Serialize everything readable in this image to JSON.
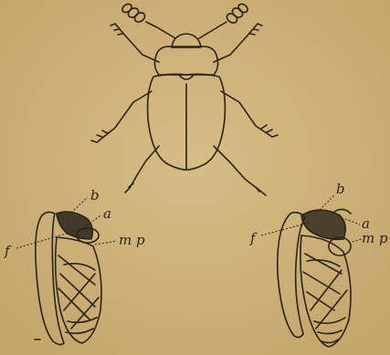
{
  "plate": {
    "background": "#cdb27a",
    "ink": "#2b2418"
  },
  "labels": {
    "left": {
      "f": "f",
      "b": "b",
      "a": "a",
      "mp": "m p"
    },
    "right": {
      "f": "f",
      "b": "b",
      "a": "a",
      "mp": "m p"
    }
  }
}
